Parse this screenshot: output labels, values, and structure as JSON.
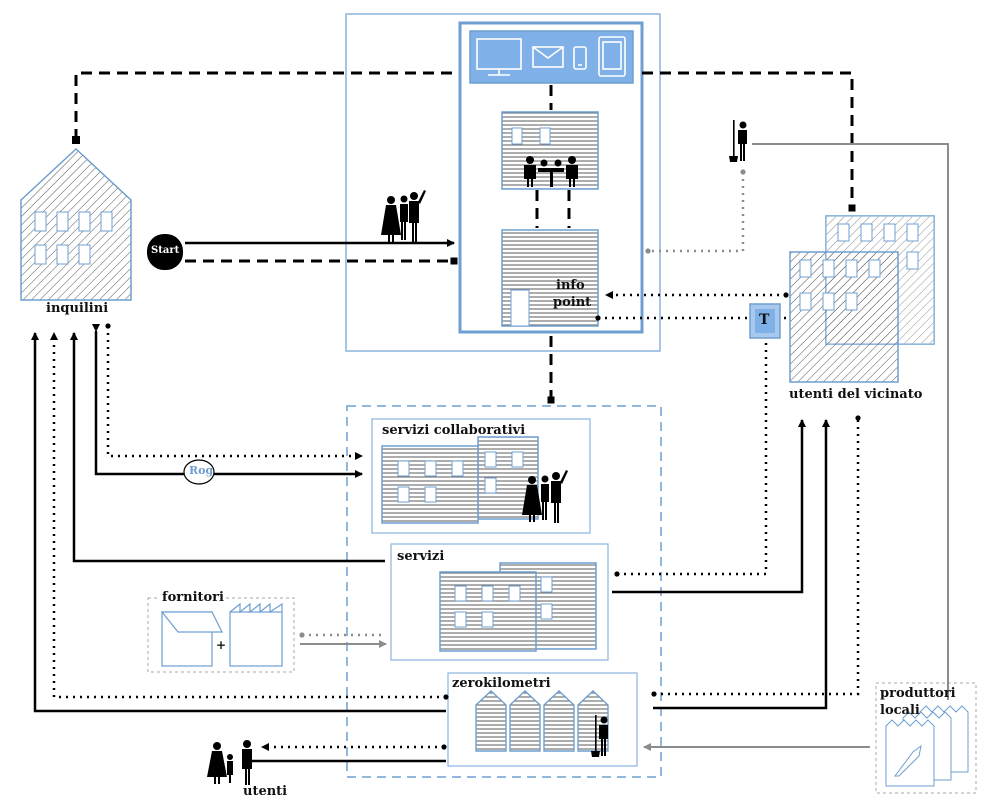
{
  "labels": {
    "inquilini": "inquilini",
    "start": "Start",
    "info_point_line1": "info",
    "info_point_line2": "point",
    "utenti_vicinato": "utenti del vicinato",
    "t_badge": "T",
    "servizi_collaborativi": "servizi collaborativi",
    "rog": "Rog",
    "servizi": "servizi",
    "fornitori": "fornitori",
    "plus": "+",
    "zerokilometri": "zerokilometri",
    "produttori_line1": "produttori",
    "produttori_line2": "locali",
    "utenti": "utenti"
  },
  "colors": {
    "blue_frame": "#6f9fd0",
    "light_blue": "#a8c8ee",
    "dashed_frame": "#8ab4de",
    "line_black": "#000000",
    "line_gray": "#8c8c8c",
    "hatch": "#555555"
  },
  "icons": [
    "monitor-icon",
    "mail-icon",
    "phone-icon",
    "tablet-icon",
    "people-icon",
    "farmer-icon",
    "meeting-icon"
  ]
}
